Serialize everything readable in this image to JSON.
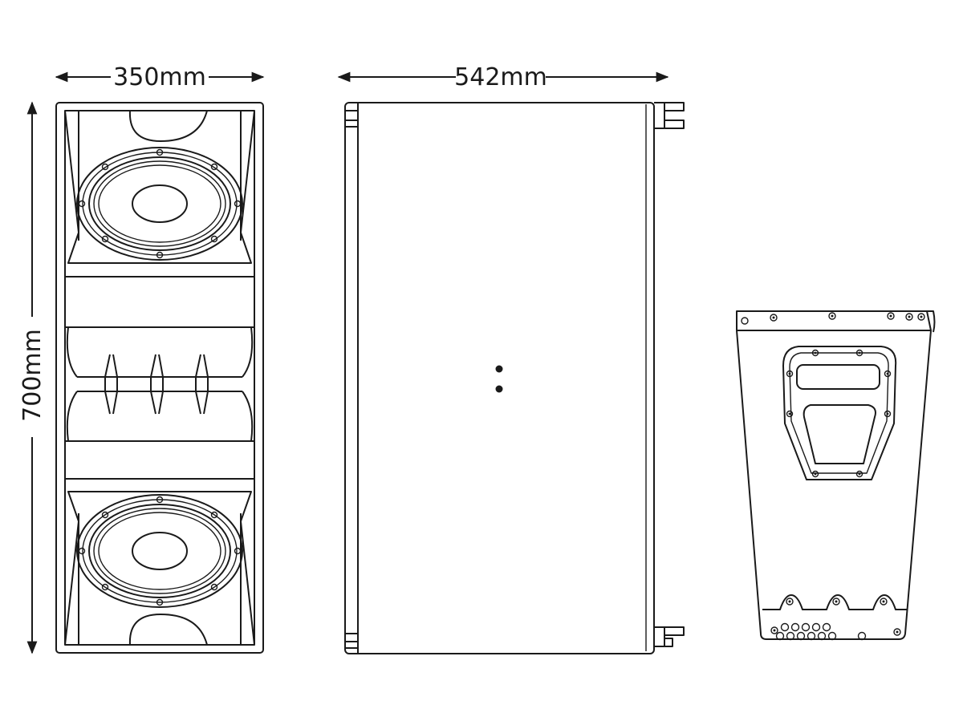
{
  "dimensions": {
    "front_width": "350mm",
    "side_width": "542mm",
    "height": "700mm"
  }
}
